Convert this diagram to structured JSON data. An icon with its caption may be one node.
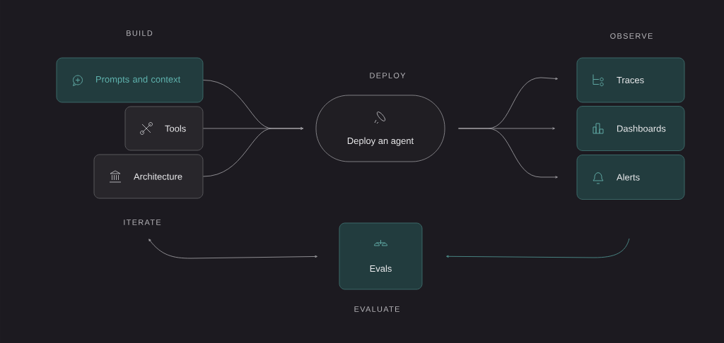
{
  "diagram": {
    "nodes": [
      {
        "text": [
          "Prompts and context"
        ]
      },
      {
        "text": [
          "Tools"
        ]
      },
      {
        "text": [
          "Architecture"
        ]
      },
      {
        "text": [
          "Deploy an agent"
        ]
      },
      {
        "text": [
          "Traces"
        ]
      },
      {
        "text": [
          "Dashboards"
        ]
      },
      {
        "text": [
          "Alerts"
        ]
      },
      {
        "text": [
          "Evals"
        ]
      }
    ],
    "edges": [
      {
        "from": 0,
        "to": 3,
        "arrow": "to"
      },
      {
        "from": 1,
        "to": 3,
        "arrow": "to"
      },
      {
        "from": 2,
        "to": 3,
        "arrow": "to"
      },
      {
        "from": 3,
        "to": 4,
        "arrow": "to"
      },
      {
        "from": 3,
        "to": 5,
        "arrow": "to"
      },
      {
        "from": 3,
        "to": 6,
        "arrow": "to"
      },
      {
        "from": null,
        "to": 7,
        "arrow": "to",
        "color": "#4d8f8c"
      },
      {
        "from": null,
        "to": 7,
        "arrow": "both"
      }
    ],
    "labels": [
      "BUILD",
      "DEPLOY",
      "OBSERVE",
      "ITERATE",
      "EVALUATE"
    ]
  }
}
